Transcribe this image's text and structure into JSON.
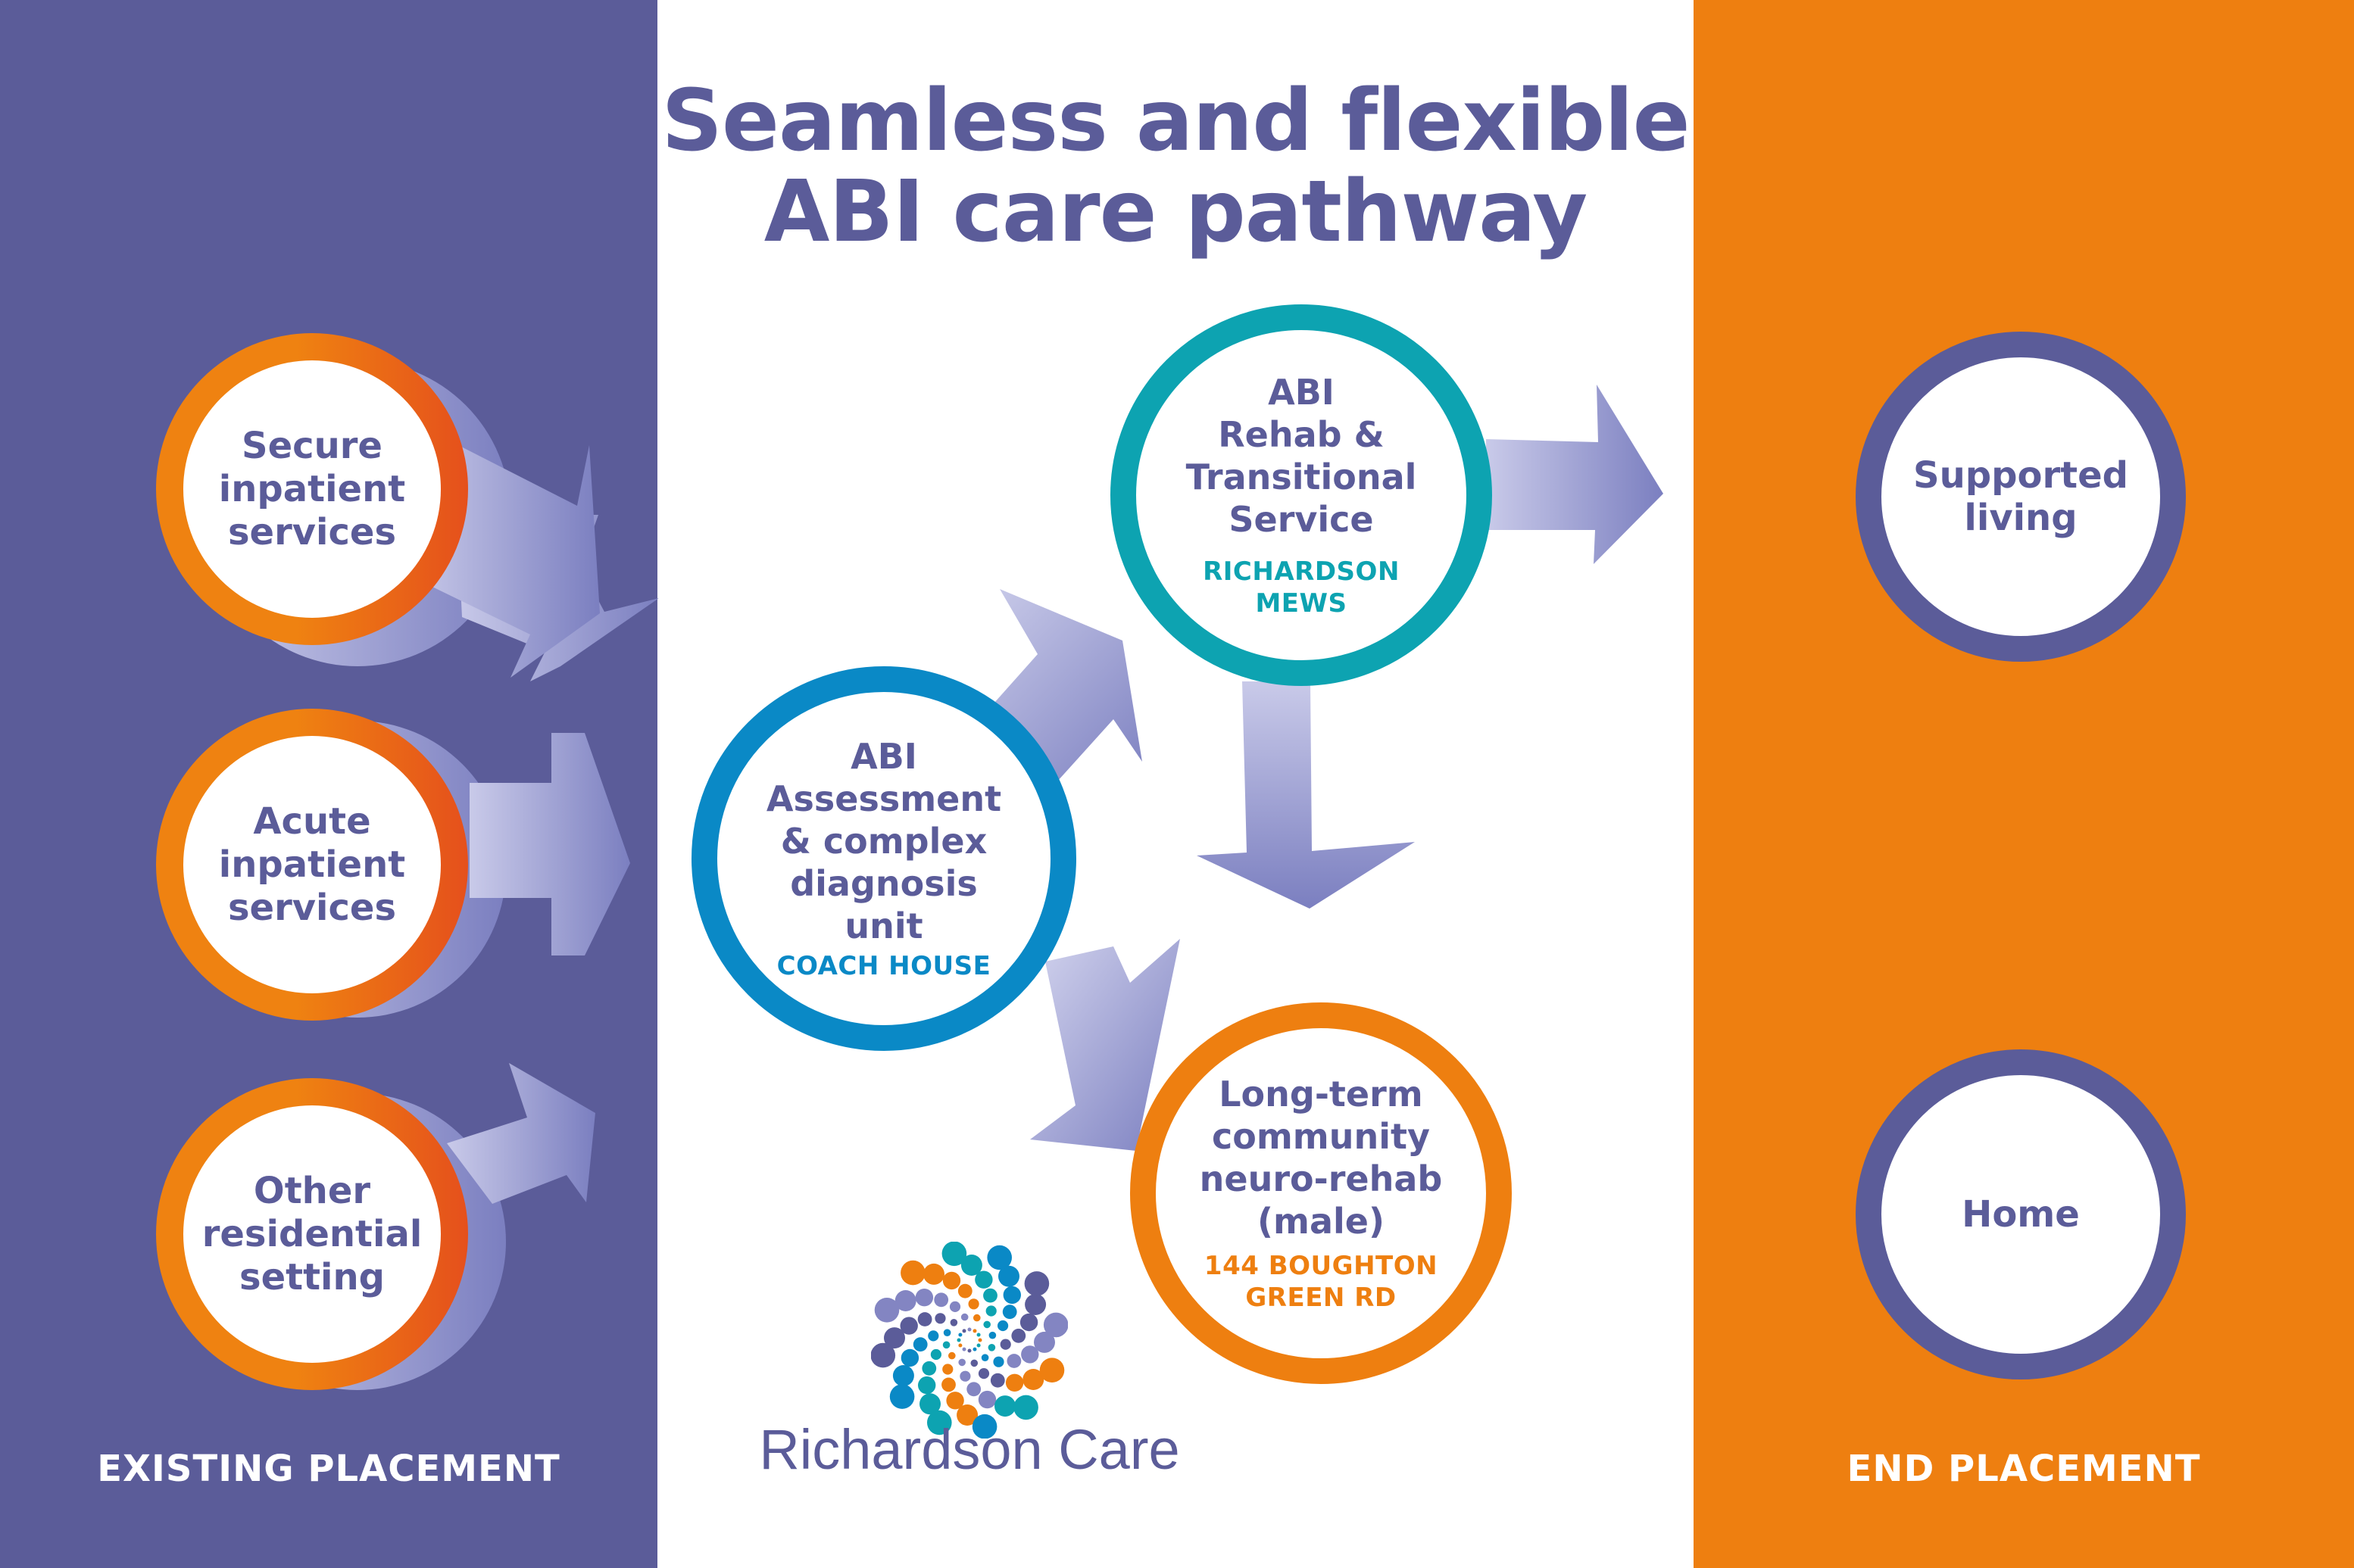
{
  "title": {
    "line1": "Seamless and flexible",
    "line2": "ABI care pathway"
  },
  "colors": {
    "purple": "#5b5c99",
    "orange": "#ee7f10",
    "orange_red": "#e5501c",
    "blue": "#0a89c6",
    "teal": "#0da3b1",
    "arrow_light": "#c5c6e6",
    "arrow_dark": "#7b7fc0"
  },
  "existing_placement": {
    "heading": "EXISTING PLACEMENT",
    "nodes": [
      {
        "lines": [
          "Secure",
          "inpatient",
          "services"
        ]
      },
      {
        "lines": [
          "Acute",
          "inpatient",
          "services"
        ]
      },
      {
        "lines": [
          "Other",
          "residential",
          "setting"
        ]
      }
    ]
  },
  "pathway": {
    "assessment": {
      "lines": [
        "ABI",
        "Assessment",
        "& complex",
        "diagnosis",
        "unit"
      ],
      "location": "COACH HOUSE"
    },
    "rehab": {
      "lines": [
        "ABI",
        "Rehab &",
        "Transitional",
        "Service"
      ],
      "location_lines": [
        "RICHARDSON",
        "MEWS"
      ]
    },
    "long_term": {
      "lines": [
        "Long-term",
        "community",
        "neuro-rehab",
        "(male)"
      ],
      "location_lines": [
        "144 BOUGHTON",
        "GREEN RD"
      ]
    }
  },
  "end_placement": {
    "heading": "END PLACEMENT",
    "nodes": [
      {
        "lines": [
          "Supported",
          "living"
        ]
      },
      {
        "lines": [
          "Home"
        ]
      }
    ]
  },
  "brand": {
    "name": "Richardson Care",
    "logo_icon": "dot-spiral-logo"
  }
}
